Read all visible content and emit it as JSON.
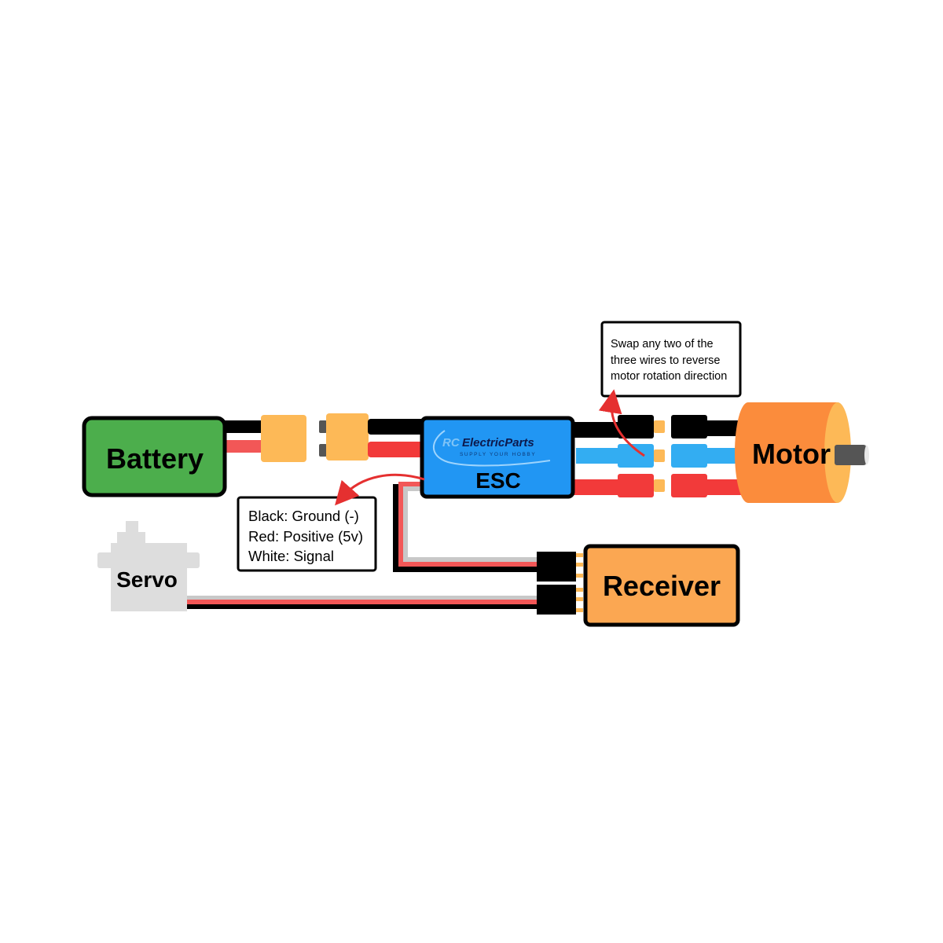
{
  "components": {
    "battery": {
      "label": "Battery",
      "color": "#4cae4c"
    },
    "esc": {
      "label": "ESC",
      "brand_name": "ElectricParts",
      "brand_prefix": "RC",
      "brand_tagline": "SUPPLY YOUR HOBBY",
      "color": "#2196f3"
    },
    "motor": {
      "label": "Motor",
      "color": "#fb8c3c"
    },
    "receiver": {
      "label": "Receiver",
      "color": "#fba752"
    },
    "servo": {
      "label": "Servo",
      "color": "#dddddd"
    }
  },
  "notes": {
    "motor_wires": {
      "lines": [
        "Swap any two of the",
        "three wires to reverse",
        "motor rotation direction"
      ]
    },
    "signal_wires": {
      "lines": [
        "Black: Ground (-)",
        "Red: Positive (5v)",
        "White: Signal"
      ]
    }
  },
  "wire_colors": {
    "black": "#000000",
    "red": "#f23a3a",
    "light_red": "#f25757",
    "blue": "#33adf2",
    "white": "#c8c8c8",
    "connector": "#fdb957",
    "arrow": "#e53030"
  }
}
